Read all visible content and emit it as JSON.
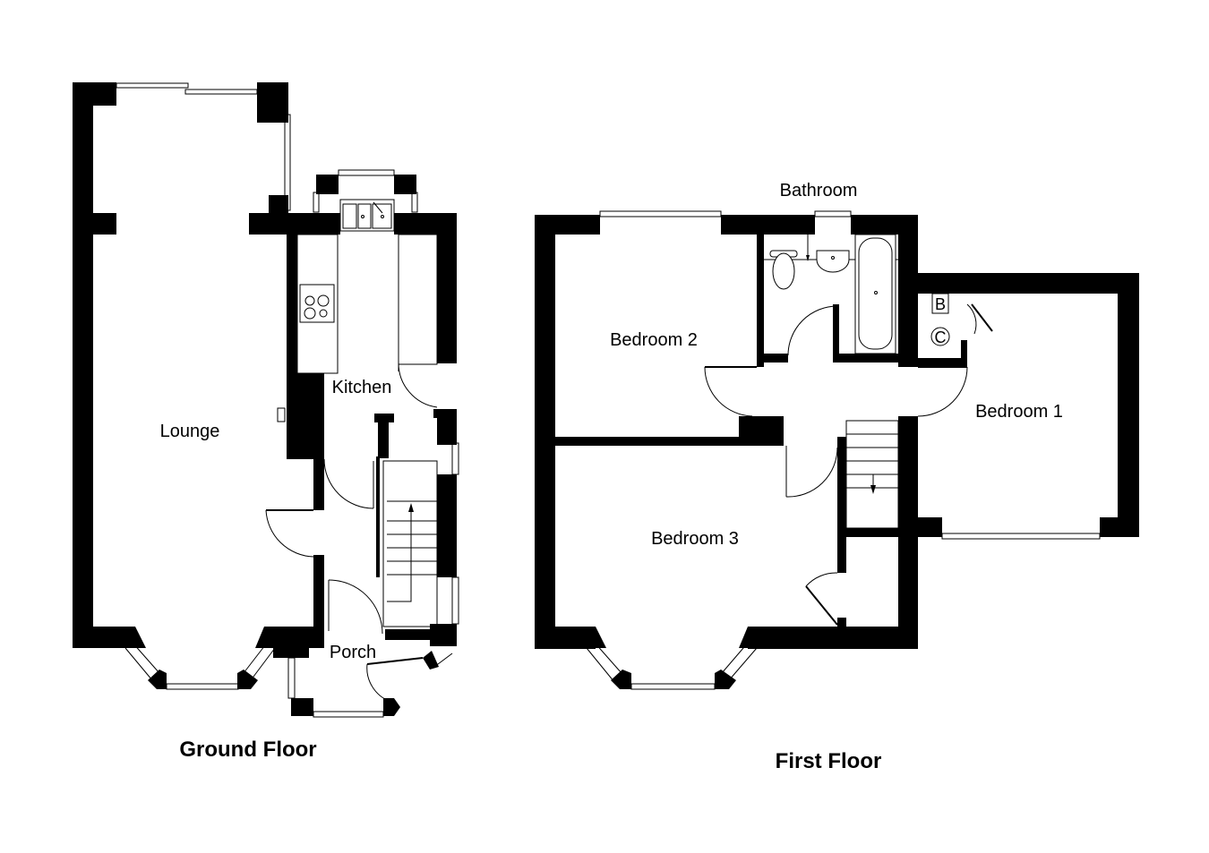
{
  "ground_floor": {
    "title": "Ground Floor",
    "rooms": {
      "lounge": "Lounge",
      "kitchen": "Kitchen",
      "porch": "Porch"
    }
  },
  "first_floor": {
    "title": "First Floor",
    "rooms": {
      "bathroom": "Bathroom",
      "bedroom1": "Bedroom 1",
      "bedroom2": "Bedroom 2",
      "bedroom3": "Bedroom 3"
    },
    "cupboard_labels": {
      "boiler": "B",
      "cylinder": "C"
    }
  }
}
